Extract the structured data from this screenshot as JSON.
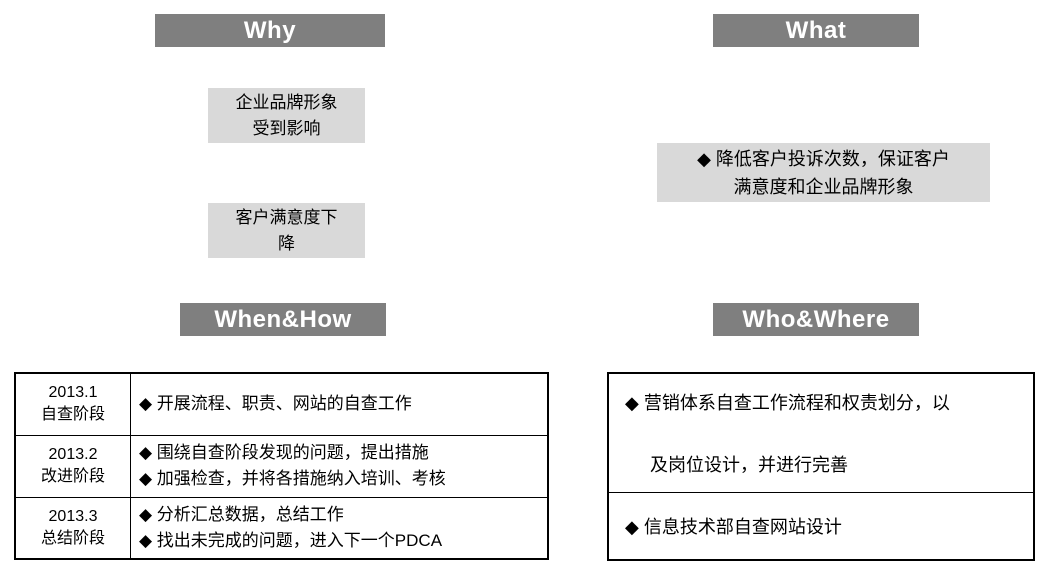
{
  "colors": {
    "header_bg": "#7f7f7f",
    "header_text": "#ffffff",
    "box_bg": "#d9d9d9",
    "border": "#000000",
    "text": "#000000"
  },
  "why": {
    "title": "Why",
    "box1": "企业品牌形象\n受到影响",
    "box2": "客户满意度下\n降"
  },
  "what": {
    "title": "What",
    "goal": "◆ 降低客户投诉次数，保证客户\n满意度和企业品牌形象"
  },
  "when_how": {
    "title": "When&How",
    "rows": [
      {
        "phase": "2013.1\n自查阶段",
        "items": [
          "◆ 开展流程、职责、网站的自查工作"
        ]
      },
      {
        "phase": "2013.2\n改进阶段",
        "items": [
          "◆ 围绕自查阶段发现的问题，提出措施",
          "◆ 加强检查，并将各措施纳入培训、考核"
        ]
      },
      {
        "phase": "2013.3\n总结阶段",
        "items": [
          "◆ 分析汇总数据，总结工作",
          "◆ 找出未完成的问题，进入下一个PDCA"
        ]
      }
    ]
  },
  "who_where": {
    "title": "Who&Where",
    "row1_line1": "◆ 营销体系自查工作流程和权责划分，以",
    "row1_line2": "及岗位设计，并进行完善",
    "row2": "◆ 信息技术部自查网站设计"
  }
}
